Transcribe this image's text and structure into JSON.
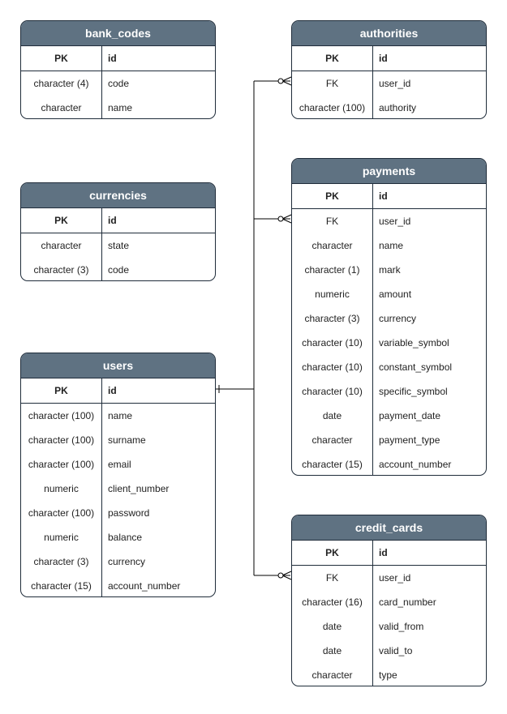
{
  "tables": [
    {
      "key": "bank_codes",
      "title": "bank_codes",
      "rows": [
        {
          "type": "PK",
          "name": "id"
        },
        {
          "type": "character (4)",
          "name": "code"
        },
        {
          "type": "character",
          "name": "name"
        }
      ]
    },
    {
      "key": "currencies",
      "title": "currencies",
      "rows": [
        {
          "type": "PK",
          "name": "id"
        },
        {
          "type": "character",
          "name": "state"
        },
        {
          "type": "character (3)",
          "name": "code"
        }
      ]
    },
    {
      "key": "users",
      "title": "users",
      "rows": [
        {
          "type": "PK",
          "name": "id"
        },
        {
          "type": "character (100)",
          "name": "name"
        },
        {
          "type": "character (100)",
          "name": "surname"
        },
        {
          "type": "character (100)",
          "name": "email"
        },
        {
          "type": "numeric",
          "name": "client_number"
        },
        {
          "type": "character (100)",
          "name": "password"
        },
        {
          "type": "numeric",
          "name": "balance"
        },
        {
          "type": "character (3)",
          "name": "currency"
        },
        {
          "type": "character (15)",
          "name": "account_number"
        }
      ]
    },
    {
      "key": "authorities",
      "title": "authorities",
      "rows": [
        {
          "type": "PK",
          "name": "id"
        },
        {
          "type": "FK",
          "name": "user_id"
        },
        {
          "type": "character (100)",
          "name": "authority"
        }
      ]
    },
    {
      "key": "payments",
      "title": "payments",
      "rows": [
        {
          "type": "PK",
          "name": "id"
        },
        {
          "type": "FK",
          "name": "user_id"
        },
        {
          "type": "character",
          "name": "name"
        },
        {
          "type": "character (1)",
          "name": "mark"
        },
        {
          "type": "numeric",
          "name": "amount"
        },
        {
          "type": "character (3)",
          "name": "currency"
        },
        {
          "type": "character (10)",
          "name": "variable_symbol"
        },
        {
          "type": "character (10)",
          "name": "constant_symbol"
        },
        {
          "type": "character (10)",
          "name": "specific_symbol"
        },
        {
          "type": "date",
          "name": "payment_date"
        },
        {
          "type": "character",
          "name": "payment_type"
        },
        {
          "type": "character (15)",
          "name": "account_number"
        }
      ]
    },
    {
      "key": "credit_cards",
      "title": "credit_cards",
      "rows": [
        {
          "type": "PK",
          "name": "id"
        },
        {
          "type": "FK",
          "name": "user_id"
        },
        {
          "type": "character (16)",
          "name": "card_number"
        },
        {
          "type": "date",
          "name": "valid_from"
        },
        {
          "type": "date",
          "name": "valid_to"
        },
        {
          "type": "character",
          "name": "type"
        }
      ]
    }
  ],
  "relationships": [
    {
      "from": "users.id",
      "to": "authorities.user_id",
      "cardinality": "one-to-many"
    },
    {
      "from": "users.id",
      "to": "payments.user_id",
      "cardinality": "one-to-many"
    },
    {
      "from": "users.id",
      "to": "credit_cards.user_id",
      "cardinality": "one-to-many"
    }
  ],
  "colors": {
    "header_bg": "#5f7282",
    "header_text": "#ffffff",
    "border": "#1f2c3a",
    "connector": "#000000"
  }
}
